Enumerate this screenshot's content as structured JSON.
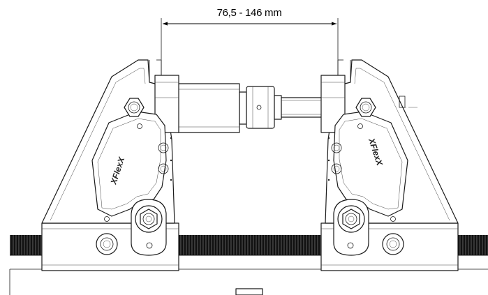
{
  "dimension": {
    "label": "76,5 - 146 mm"
  },
  "brand": {
    "left": "XFlexX",
    "right": "XFlexX"
  }
}
